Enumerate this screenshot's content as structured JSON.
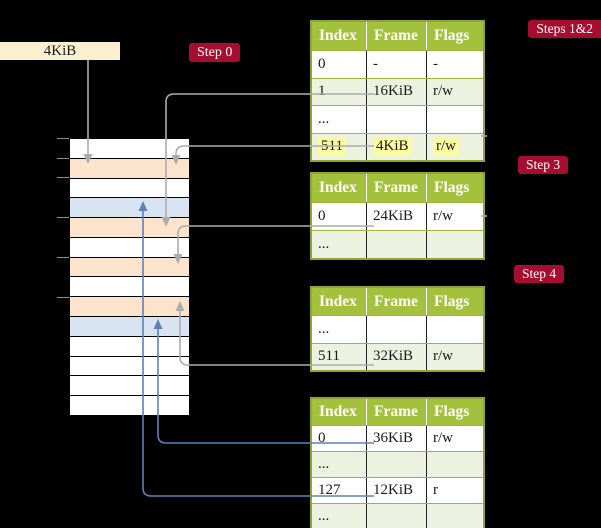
{
  "page_size_label": "4KiB",
  "badges": {
    "step0": "Step 0",
    "steps_1_2": "Steps 1&2",
    "step3": "Step 3",
    "step4": "Step 4"
  },
  "memory": {
    "rows": [
      {
        "color": "white"
      },
      {
        "color": "orange"
      },
      {
        "color": "white"
      },
      {
        "color": "blue"
      },
      {
        "color": "orange"
      },
      {
        "color": "white"
      },
      {
        "color": "orange"
      },
      {
        "color": "white"
      },
      {
        "color": "orange"
      },
      {
        "color": "blue"
      },
      {
        "color": "white"
      },
      {
        "color": "white"
      },
      {
        "color": "white"
      },
      {
        "color": "white"
      }
    ]
  },
  "tables": [
    {
      "id": "page-table-steps-1-2",
      "headers": [
        "Index",
        "Frame",
        "Flags"
      ],
      "rows": [
        {
          "cells": [
            "0",
            "-",
            "-"
          ],
          "shade": "white"
        },
        {
          "cells": [
            "1",
            "16KiB",
            "r/w"
          ],
          "shade": "green"
        },
        {
          "cells": [
            "...",
            "",
            ""
          ],
          "shade": "white"
        },
        {
          "cells": [
            "511",
            "4KiB",
            "r/w"
          ],
          "shade": "green",
          "highlight": true
        }
      ]
    },
    {
      "id": "page-table-step-3",
      "headers": [
        "Index",
        "Frame",
        "Flags"
      ],
      "rows": [
        {
          "cells": [
            "0",
            "24KiB",
            "r/w"
          ],
          "shade": "white"
        },
        {
          "cells": [
            "...",
            "",
            ""
          ],
          "shade": "green"
        }
      ]
    },
    {
      "id": "page-table-step-4",
      "headers": [
        "Index",
        "Frame",
        "Flags"
      ],
      "rows": [
        {
          "cells": [
            "...",
            "",
            ""
          ],
          "shade": "white"
        },
        {
          "cells": [
            "511",
            "32KiB",
            "r/w"
          ],
          "shade": "green"
        }
      ]
    },
    {
      "id": "page-table-final",
      "headers": [
        "Index",
        "Frame",
        "Flags"
      ],
      "rows": [
        {
          "cells": [
            "0",
            "36KiB",
            "r/w"
          ],
          "shade": "white"
        },
        {
          "cells": [
            "...",
            "",
            ""
          ],
          "shade": "green"
        },
        {
          "cells": [
            "127",
            "12KiB",
            "r"
          ],
          "shade": "white"
        },
        {
          "cells": [
            "...",
            "",
            ""
          ],
          "shade": "green"
        }
      ]
    }
  ],
  "colors": {
    "badge_red": "#a60d2e",
    "table_header_green": "#a3c13c",
    "table_row_green": "#edf1e0",
    "highlight_yellow": "#fafa9e",
    "frame_orange": "#fce4cc",
    "frame_blue": "#d7e3f1",
    "label_cream": "#faf0cf",
    "connector_gray": "#acacac",
    "connector_blue": "#5f81b5"
  }
}
